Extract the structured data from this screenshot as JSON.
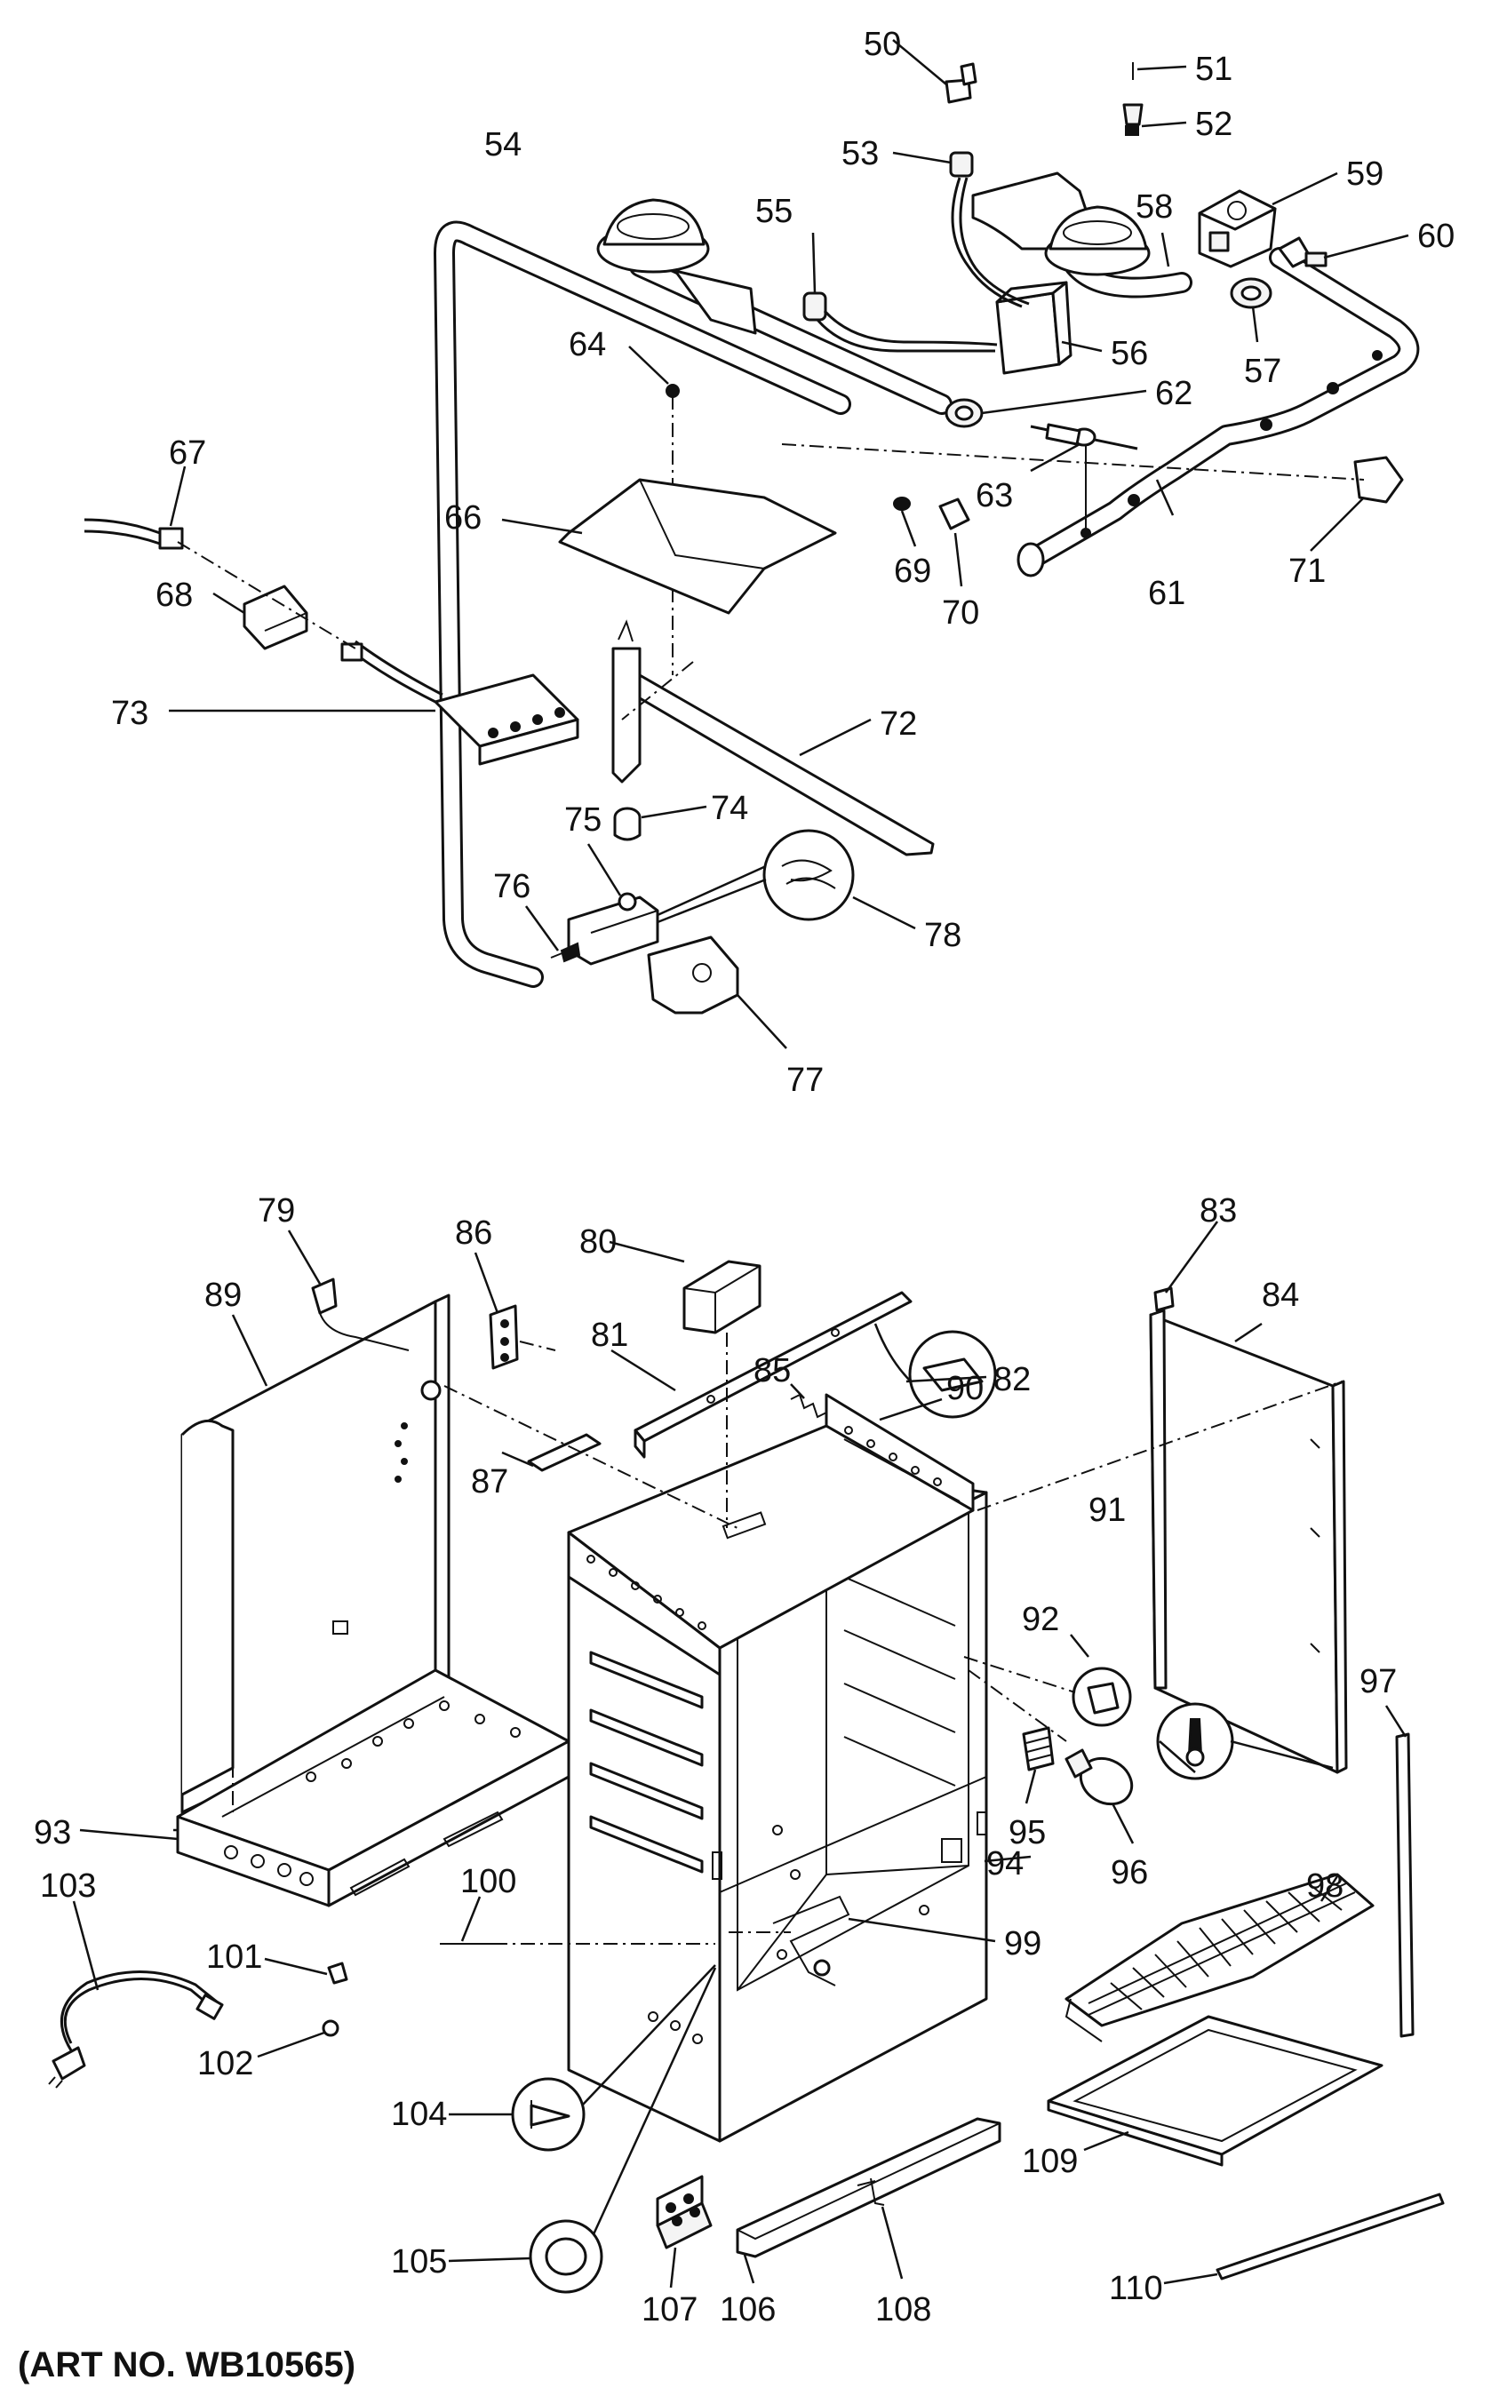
{
  "caption": "(ART NO. WB10565)",
  "labels": [
    "50",
    "51",
    "52",
    "53",
    "54",
    "55",
    "56",
    "57",
    "58",
    "59",
    "60",
    "61",
    "62",
    "63",
    "64",
    "66",
    "67",
    "68",
    "69",
    "70",
    "71",
    "72",
    "73",
    "74",
    "75",
    "76",
    "77",
    "78",
    "79",
    "80",
    "81",
    "82",
    "83",
    "84",
    "85",
    "86",
    "87",
    "89",
    "90",
    "91",
    "92",
    "93",
    "94",
    "95",
    "96",
    "97",
    "98",
    "99",
    "100",
    "101",
    "102",
    "103",
    "104",
    "105",
    "106",
    "107",
    "108",
    "109",
    "110"
  ]
}
